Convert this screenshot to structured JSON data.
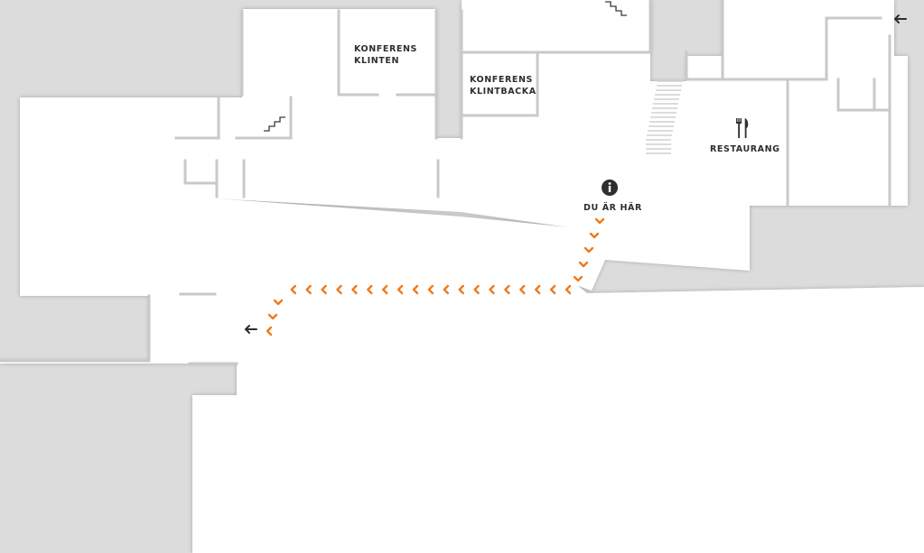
{
  "map": {
    "colors": {
      "background": "#dcdcdc",
      "floor": "#ffffff",
      "wall": "#c9c9c9",
      "route": "#ee7a1d",
      "text": "#2e2e2e"
    },
    "rooms": [
      {
        "id": "konferens-klinten",
        "lines": [
          "KONFERENS",
          "KLINTEN"
        ]
      },
      {
        "id": "konferens-klintbacka",
        "lines": [
          "KONFERENS",
          "KLINTBACKA"
        ]
      },
      {
        "id": "restaurang",
        "lines": [
          "RESTAURANG"
        ],
        "icon": "fork-knife-icon"
      }
    ],
    "you_are_here": {
      "label": "DU ÄR HÄR",
      "icon": "info-icon"
    },
    "route": {
      "direction": "west",
      "marker": "chevron-left",
      "color": "#ee7a1d"
    },
    "exits": [
      {
        "id": "exit-west",
        "icon": "arrow-left-icon"
      },
      {
        "id": "exit-north-east",
        "icon": "arrow-left-icon"
      }
    ],
    "stairs": [
      "stairs-north",
      "stairs-west",
      "stairs-center"
    ]
  }
}
